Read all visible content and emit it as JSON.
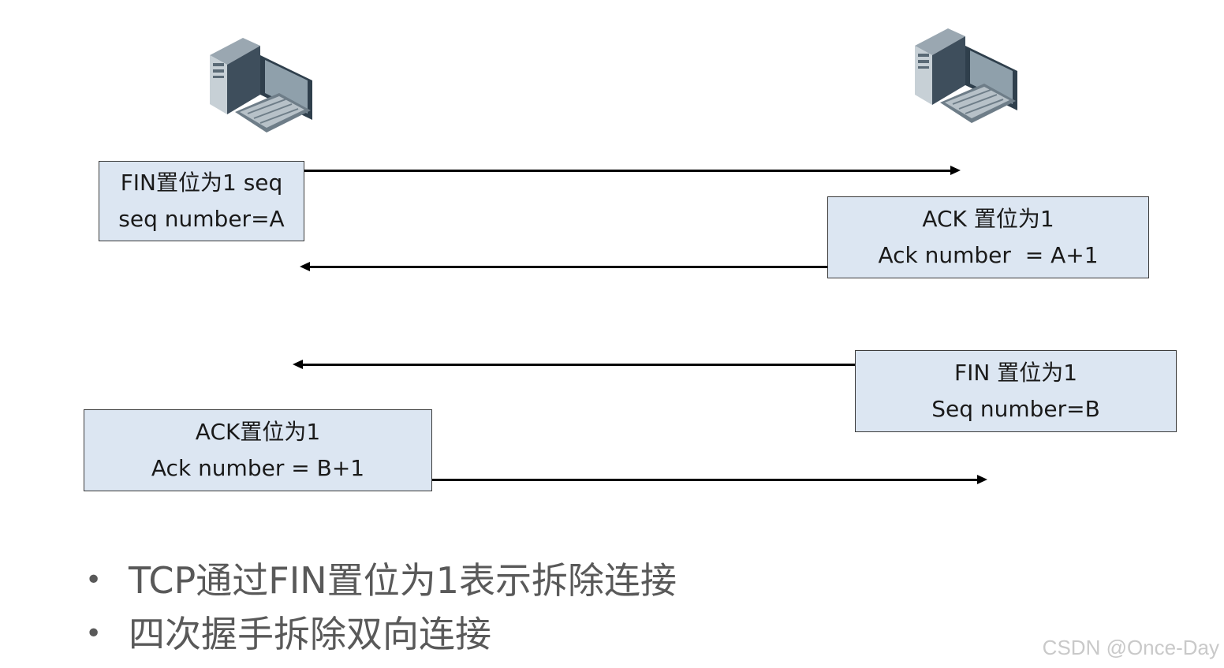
{
  "diagram": {
    "messages": [
      {
        "lines": [
          "FIN置位为1 seq",
          "seq number=A"
        ]
      },
      {
        "lines": [
          "ACK 置位为1",
          "Ack number  = A+1"
        ]
      },
      {
        "lines": [
          "FIN 置位为1",
          "Seq number=B"
        ]
      },
      {
        "lines": [
          "ACK置位为1",
          "Ack number = B+1"
        ]
      }
    ],
    "colors": {
      "box_fill": "#dce6f2",
      "box_border": "#3a3a3a",
      "arrow": "#000000",
      "bullet_text": "#595959"
    },
    "icons": [
      "client-computer-icon",
      "server-computer-icon"
    ]
  },
  "bullets": [
    "TCP通过FIN置位为1表示拆除连接",
    "四次握手拆除双向连接"
  ],
  "bullet_marker": "•",
  "watermark": "CSDN @Once-Day"
}
